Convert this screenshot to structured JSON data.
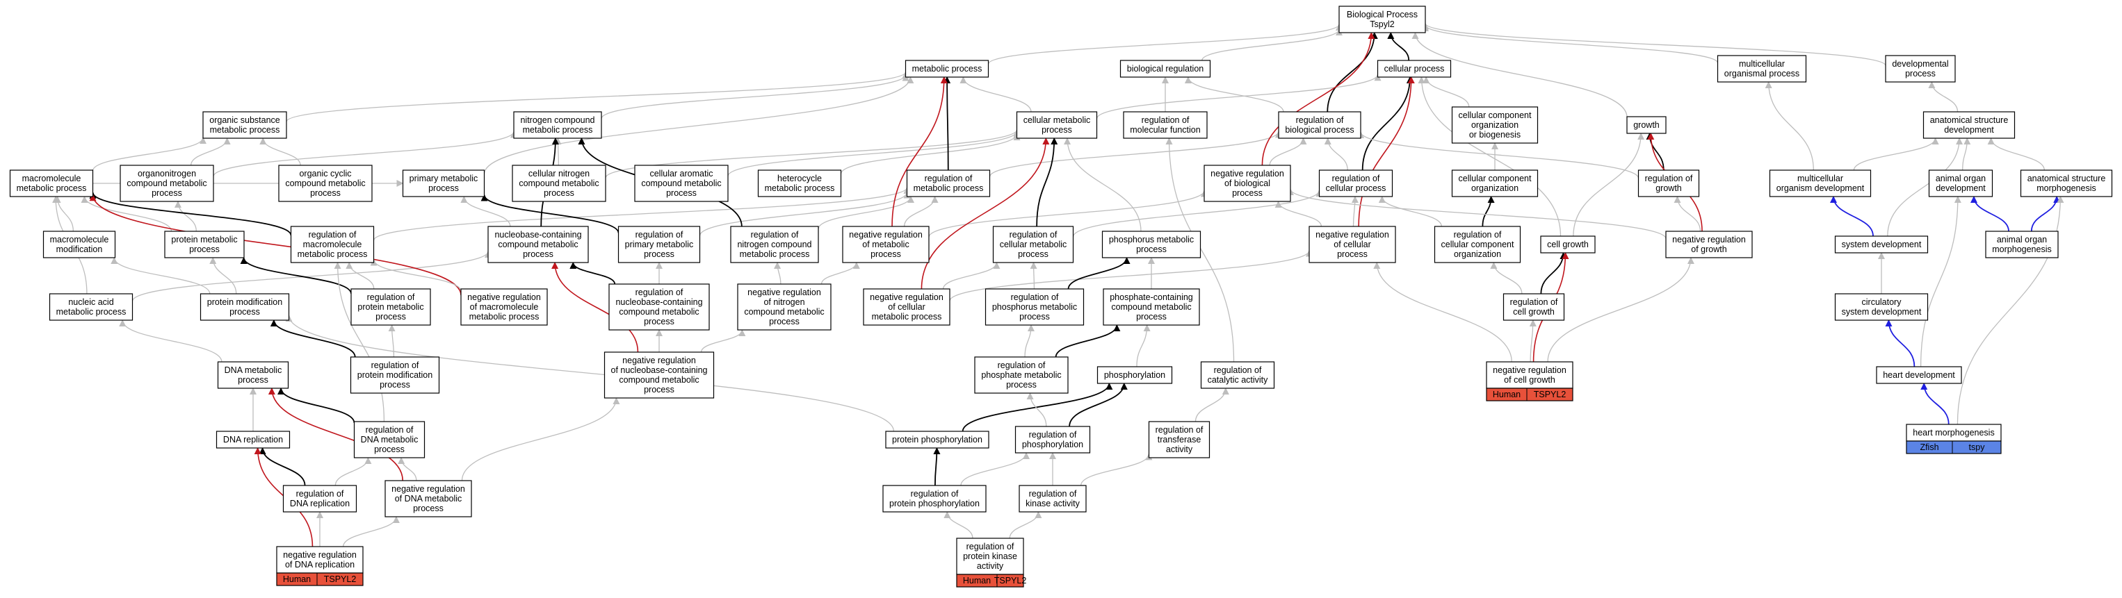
{
  "root_title": "Biological Process",
  "root_subtitle": "Tspyl2",
  "colors": {
    "regular_edge": "#bdbdbd",
    "is_a_edge": "#000000",
    "negative_regulation_edge": "#c0161d",
    "orthology_edge": "#1f1fe0",
    "human_annotation": "#e8513a",
    "zfish_annotation": "#5b84e6"
  },
  "nodes": [
    {
      "id": "bp",
      "lines": [
        "Biological Process",
        "Tspyl2"
      ]
    },
    {
      "id": "metabolic",
      "lines": [
        "metabolic process"
      ]
    },
    {
      "id": "bioreg",
      "lines": [
        "biological regulation"
      ]
    },
    {
      "id": "cellular",
      "lines": [
        "cellular process"
      ]
    },
    {
      "id": "multicell",
      "lines": [
        "multicellular",
        "organismal process"
      ]
    },
    {
      "id": "devproc",
      "lines": [
        "developmental",
        "process"
      ]
    },
    {
      "id": "orgsub",
      "lines": [
        "organic substance",
        "metabolic process"
      ]
    },
    {
      "id": "nitro",
      "lines": [
        "nitrogen compound",
        "metabolic process"
      ]
    },
    {
      "id": "cellmet",
      "lines": [
        "cellular metabolic",
        "process"
      ]
    },
    {
      "id": "regmolfn",
      "lines": [
        "regulation of",
        "molecular function"
      ]
    },
    {
      "id": "regbio",
      "lines": [
        "regulation of",
        "biological process"
      ]
    },
    {
      "id": "ccorg",
      "lines": [
        "cellular component",
        "organization",
        "or biogenesis"
      ]
    },
    {
      "id": "growth",
      "lines": [
        "growth"
      ]
    },
    {
      "id": "anatdev",
      "lines": [
        "anatomical structure",
        "development"
      ]
    },
    {
      "id": "macro",
      "lines": [
        "macromolecule",
        "metabolic process"
      ]
    },
    {
      "id": "orgN",
      "lines": [
        "organonitrogen",
        "compound metabolic",
        "process"
      ]
    },
    {
      "id": "orgcyc",
      "lines": [
        "organic cyclic",
        "compound metabolic",
        "process"
      ]
    },
    {
      "id": "primary",
      "lines": [
        "primary metabolic",
        "process"
      ]
    },
    {
      "id": "cellnitro",
      "lines": [
        "cellular nitrogen",
        "compound metabolic",
        "process"
      ]
    },
    {
      "id": "cellarom",
      "lines": [
        "cellular aromatic",
        "compound metabolic",
        "process"
      ]
    },
    {
      "id": "hetero",
      "lines": [
        "heterocycle",
        "metabolic process"
      ]
    },
    {
      "id": "regmet",
      "lines": [
        "regulation of",
        "metabolic process"
      ]
    },
    {
      "id": "negregbio",
      "lines": [
        "negative regulation",
        "of biological",
        "process"
      ]
    },
    {
      "id": "regcellproc",
      "lines": [
        "regulation of",
        "cellular process"
      ]
    },
    {
      "id": "ccorg2",
      "lines": [
        "cellular component",
        "organization"
      ]
    },
    {
      "id": "reggrowth",
      "lines": [
        "regulation of",
        "growth"
      ]
    },
    {
      "id": "multidev",
      "lines": [
        "multicellular",
        "organism development"
      ]
    },
    {
      "id": "animorgdev",
      "lines": [
        "animal organ",
        "development"
      ]
    },
    {
      "id": "anatmorph",
      "lines": [
        "anatomical structure",
        "morphogenesis"
      ]
    },
    {
      "id": "macromod",
      "lines": [
        "macromolecule",
        "modification"
      ]
    },
    {
      "id": "protmet",
      "lines": [
        "protein metabolic",
        "process"
      ]
    },
    {
      "id": "regmacro",
      "lines": [
        "regulation of",
        "macromolecule",
        "metabolic process"
      ]
    },
    {
      "id": "nucleo",
      "lines": [
        "nucleobase-containing",
        "compound metabolic",
        "process"
      ]
    },
    {
      "id": "regprim",
      "lines": [
        "regulation of",
        "primary metabolic",
        "process"
      ]
    },
    {
      "id": "regnitro",
      "lines": [
        "regulation of",
        "nitrogen compound",
        "metabolic process"
      ]
    },
    {
      "id": "negregmet",
      "lines": [
        "negative regulation",
        "of metabolic",
        "process"
      ]
    },
    {
      "id": "regcellmet",
      "lines": [
        "regulation of",
        "cellular metabolic",
        "process"
      ]
    },
    {
      "id": "phosmet",
      "lines": [
        "phosphorus metabolic",
        "process"
      ]
    },
    {
      "id": "negregcell",
      "lines": [
        "negative regulation",
        "of cellular",
        "process"
      ]
    },
    {
      "id": "regccorg",
      "lines": [
        "regulation of",
        "cellular component",
        "organization"
      ]
    },
    {
      "id": "cellgrowth",
      "lines": [
        "cell growth"
      ]
    },
    {
      "id": "negreggrowth",
      "lines": [
        "negative regulation",
        "of growth"
      ]
    },
    {
      "id": "sysdev",
      "lines": [
        "system development"
      ]
    },
    {
      "id": "animorgmorph",
      "lines": [
        "animal organ",
        "morphogenesis"
      ]
    },
    {
      "id": "nucacid",
      "lines": [
        "nucleic acid",
        "metabolic process"
      ]
    },
    {
      "id": "protmod",
      "lines": [
        "protein modification",
        "process"
      ]
    },
    {
      "id": "regprotmet",
      "lines": [
        "regulation of",
        "protein metabolic",
        "process"
      ]
    },
    {
      "id": "negregmacro",
      "lines": [
        "negative regulation",
        "of macromolecule",
        "metabolic process"
      ]
    },
    {
      "id": "regnucleo",
      "lines": [
        "regulation of",
        "nucleobase-containing",
        "compound metabolic",
        "process"
      ]
    },
    {
      "id": "negregnitro",
      "lines": [
        "negative regulation",
        "of nitrogen",
        "compound metabolic",
        "process"
      ]
    },
    {
      "id": "negregcellmet",
      "lines": [
        "negative regulation",
        "of cellular",
        "metabolic process"
      ]
    },
    {
      "id": "regphosmet",
      "lines": [
        "regulation of",
        "phosphorus metabolic",
        "process"
      ]
    },
    {
      "id": "phoscont",
      "lines": [
        "phosphate-containing",
        "compound metabolic",
        "process"
      ]
    },
    {
      "id": "regcellgrowth",
      "lines": [
        "regulation of",
        "cell growth"
      ]
    },
    {
      "id": "circ",
      "lines": [
        "circulatory",
        "system development"
      ]
    },
    {
      "id": "dnamet",
      "lines": [
        "DNA metabolic",
        "process"
      ]
    },
    {
      "id": "regprotmod",
      "lines": [
        "regulation of",
        "protein modification",
        "process"
      ]
    },
    {
      "id": "negregnucleo",
      "lines": [
        "negative regulation",
        "of nucleobase-containing",
        "compound metabolic",
        "process"
      ]
    },
    {
      "id": "regphosphate",
      "lines": [
        "regulation of",
        "phosphate metabolic",
        "process"
      ]
    },
    {
      "id": "phosph",
      "lines": [
        "phosphorylation"
      ]
    },
    {
      "id": "regcat",
      "lines": [
        "regulation of",
        "catalytic activity"
      ]
    },
    {
      "id": "negregcellgrowth",
      "lines": [
        "negative regulation",
        "of cell growth"
      ]
    },
    {
      "id": "heartdev",
      "lines": [
        "heart development"
      ]
    },
    {
      "id": "dnarep",
      "lines": [
        "DNA replication"
      ]
    },
    {
      "id": "regdnamet",
      "lines": [
        "regulation of",
        "DNA metabolic",
        "process"
      ]
    },
    {
      "id": "protphos",
      "lines": [
        "protein phosphorylation"
      ]
    },
    {
      "id": "regphosph",
      "lines": [
        "regulation of",
        "phosphorylation"
      ]
    },
    {
      "id": "regtrans",
      "lines": [
        "regulation of",
        "transferase",
        "activity"
      ]
    },
    {
      "id": "heartmorph",
      "lines": [
        "heart morphogenesis"
      ]
    },
    {
      "id": "regdnarep",
      "lines": [
        "regulation of",
        "DNA replication"
      ]
    },
    {
      "id": "negregdnamet",
      "lines": [
        "negative regulation",
        "of DNA metabolic",
        "process"
      ]
    },
    {
      "id": "regprotphos",
      "lines": [
        "regulation of",
        "protein phosphorylation"
      ]
    },
    {
      "id": "regkinase",
      "lines": [
        "regulation of",
        "kinase activity"
      ]
    },
    {
      "id": "negregdnarep",
      "lines": [
        "negative regulation",
        "of DNA replication"
      ]
    },
    {
      "id": "regprotkin",
      "lines": [
        "regulation of",
        "protein kinase",
        "activity"
      ]
    }
  ],
  "annotations": [
    {
      "node": "negregdnarep",
      "species": "Human",
      "gene": "TSPYL2",
      "color": "#e8513a"
    },
    {
      "node": "regprotkin",
      "species": "Human",
      "gene": "TSPYL2",
      "color": "#e8513a"
    },
    {
      "node": "negregcellgrowth",
      "species": "Human",
      "gene": "TSPYL2",
      "color": "#e8513a"
    },
    {
      "node": "heartmorph",
      "species": "Zfish",
      "gene": "tspy",
      "color": "#5b84e6"
    }
  ],
  "edges": [
    [
      "metabolic",
      "bp",
      "g"
    ],
    [
      "bioreg",
      "bp",
      "g"
    ],
    [
      "cellular",
      "bp",
      "k"
    ],
    [
      "multicell",
      "bp",
      "g"
    ],
    [
      "devproc",
      "bp",
      "g"
    ],
    [
      "orgsub",
      "metabolic",
      "g"
    ],
    [
      "nitro",
      "metabolic",
      "g"
    ],
    [
      "cellmet",
      "metabolic",
      "g"
    ],
    [
      "cellmet",
      "cellular",
      "g"
    ],
    [
      "regmolfn",
      "bioreg",
      "g"
    ],
    [
      "regbio",
      "bioreg",
      "g"
    ],
    [
      "regbio",
      "bp",
      "k"
    ],
    [
      "ccorg",
      "cellular",
      "g"
    ],
    [
      "growth",
      "bp",
      "g"
    ],
    [
      "anatdev",
      "devproc",
      "g"
    ],
    [
      "macro",
      "orgsub",
      "g"
    ],
    [
      "macro",
      "primary",
      "g"
    ],
    [
      "orgN",
      "orgsub",
      "g"
    ],
    [
      "orgN",
      "nitro",
      "g"
    ],
    [
      "orgcyc",
      "orgsub",
      "g"
    ],
    [
      "primary",
      "metabolic",
      "g"
    ],
    [
      "cellnitro",
      "nitro",
      "g"
    ],
    [
      "cellnitro",
      "cellmet",
      "g"
    ],
    [
      "cellarom",
      "cellmet",
      "g"
    ],
    [
      "hetero",
      "cellmet",
      "g"
    ],
    [
      "regmet",
      "metabolic",
      "k"
    ],
    [
      "regmet",
      "regbio",
      "g"
    ],
    [
      "negregbio",
      "regbio",
      "g"
    ],
    [
      "negregbio",
      "bp",
      "r"
    ],
    [
      "regcellproc",
      "cellular",
      "k"
    ],
    [
      "regcellproc",
      "regbio",
      "g"
    ],
    [
      "ccorg2",
      "ccorg",
      "g"
    ],
    [
      "reggrowth",
      "growth",
      "k"
    ],
    [
      "reggrowth",
      "regbio",
      "g"
    ],
    [
      "multidev",
      "multicell",
      "g"
    ],
    [
      "multidev",
      "anatdev",
      "g"
    ],
    [
      "animorgdev",
      "anatdev",
      "g"
    ],
    [
      "anatmorph",
      "anatdev",
      "g"
    ],
    [
      "macromod",
      "macro",
      "g"
    ],
    [
      "protmet",
      "macro",
      "g"
    ],
    [
      "protmet",
      "orgN",
      "g"
    ],
    [
      "regmacro",
      "macro",
      "k"
    ],
    [
      "regmacro",
      "regmet",
      "g"
    ],
    [
      "nucleo",
      "nitro",
      "k"
    ],
    [
      "nucleo",
      "primary",
      "g"
    ],
    [
      "regprim",
      "primary",
      "k"
    ],
    [
      "regprim",
      "regmet",
      "g"
    ],
    [
      "regnitro",
      "nitro",
      "k"
    ],
    [
      "regnitro",
      "regmet",
      "g"
    ],
    [
      "negregmet",
      "metabolic",
      "r"
    ],
    [
      "negregmet",
      "regmet",
      "g"
    ],
    [
      "negregmet",
      "negregbio",
      "g"
    ],
    [
      "regcellmet",
      "cellmet",
      "k"
    ],
    [
      "regcellmet",
      "regcellproc",
      "g"
    ],
    [
      "phosmet",
      "cellmet",
      "g"
    ],
    [
      "negregcell",
      "cellular",
      "r"
    ],
    [
      "negregcell",
      "regcellproc",
      "g"
    ],
    [
      "negregcell",
      "negregbio",
      "g"
    ],
    [
      "regccorg",
      "ccorg2",
      "k"
    ],
    [
      "regccorg",
      "regcellproc",
      "g"
    ],
    [
      "cellgrowth",
      "growth",
      "g"
    ],
    [
      "cellgrowth",
      "cellular",
      "g"
    ],
    [
      "negreggrowth",
      "growth",
      "r"
    ],
    [
      "negreggrowth",
      "reggrowth",
      "g"
    ],
    [
      "negreggrowth",
      "negregbio",
      "g"
    ],
    [
      "sysdev",
      "multidev",
      "k2"
    ],
    [
      "sysdev",
      "anatdev",
      "g"
    ],
    [
      "animorgmorph",
      "animorgdev",
      "k2"
    ],
    [
      "animorgmorph",
      "anatmorph",
      "k2"
    ],
    [
      "nucacid",
      "macro",
      "g"
    ],
    [
      "nucacid",
      "nucleo",
      "g"
    ],
    [
      "protmod",
      "macromod",
      "g"
    ],
    [
      "protmod",
      "protmet",
      "g"
    ],
    [
      "regprotmet",
      "protmet",
      "k"
    ],
    [
      "regprotmet",
      "regmacro",
      "g"
    ],
    [
      "negregmacro",
      "macro",
      "r"
    ],
    [
      "negregmacro",
      "regmacro",
      "g"
    ],
    [
      "regnucleo",
      "nucleo",
      "k"
    ],
    [
      "regnucleo",
      "regprim",
      "g"
    ],
    [
      "negregnitro",
      "regnitro",
      "g"
    ],
    [
      "negregnitro",
      "negregmet",
      "g"
    ],
    [
      "negregcellmet",
      "cellmet",
      "r"
    ],
    [
      "negregcellmet",
      "regcellmet",
      "g"
    ],
    [
      "negregcellmet",
      "negregcell",
      "g"
    ],
    [
      "regphosmet",
      "phosmet",
      "k"
    ],
    [
      "regphosmet",
      "regcellmet",
      "g"
    ],
    [
      "phoscont",
      "phosmet",
      "g"
    ],
    [
      "regcellgrowth",
      "cellgrowth",
      "k"
    ],
    [
      "regcellgrowth",
      "regccorg",
      "g"
    ],
    [
      "circ",
      "sysdev",
      "g"
    ],
    [
      "dnamet",
      "nucacid",
      "g"
    ],
    [
      "regprotmod",
      "protmod",
      "k"
    ],
    [
      "regprotmod",
      "regprotmet",
      "g"
    ],
    [
      "negregnucleo",
      "nucleo",
      "r"
    ],
    [
      "negregnucleo",
      "regnucleo",
      "g"
    ],
    [
      "negregnucleo",
      "negregnitro",
      "g"
    ],
    [
      "regphosphate",
      "regphosmet",
      "g"
    ],
    [
      "regphosphate",
      "phoscont",
      "k"
    ],
    [
      "phosph",
      "phoscont",
      "g"
    ],
    [
      "regcat",
      "regmolfn",
      "g"
    ],
    [
      "negregcellgrowth",
      "cellgrowth",
      "r"
    ],
    [
      "negregcellgrowth",
      "regcellgrowth",
      "g"
    ],
    [
      "negregcellgrowth",
      "negreggrowth",
      "g"
    ],
    [
      "negregcellgrowth",
      "negregcell",
      "g"
    ],
    [
      "heartdev",
      "circ",
      "k2"
    ],
    [
      "heartdev",
      "animorgdev",
      "g"
    ],
    [
      "dnarep",
      "dnamet",
      "g"
    ],
    [
      "regdnamet",
      "dnamet",
      "k"
    ],
    [
      "regdnamet",
      "regmacro",
      "g"
    ],
    [
      "protphos",
      "phosph",
      "k"
    ],
    [
      "protphos",
      "protmod",
      "g"
    ],
    [
      "regphosph",
      "phosph",
      "k"
    ],
    [
      "regphosph",
      "regphosphate",
      "g"
    ],
    [
      "regtrans",
      "regcat",
      "g"
    ],
    [
      "heartmorph",
      "heartdev",
      "k2"
    ],
    [
      "heartmorph",
      "anatmorph",
      "g"
    ],
    [
      "regdnarep",
      "dnarep",
      "k"
    ],
    [
      "regdnarep",
      "regdnamet",
      "g"
    ],
    [
      "negregdnamet",
      "dnamet",
      "r"
    ],
    [
      "negregdnamet",
      "regdnamet",
      "g"
    ],
    [
      "negregdnamet",
      "negregnucleo",
      "g"
    ],
    [
      "regprotphos",
      "protphos",
      "k"
    ],
    [
      "regprotphos",
      "regphosph",
      "g"
    ],
    [
      "regkinase",
      "regphosph",
      "g"
    ],
    [
      "regkinase",
      "regtrans",
      "g"
    ],
    [
      "negregdnarep",
      "dnarep",
      "r"
    ],
    [
      "negregdnarep",
      "regdnarep",
      "g"
    ],
    [
      "negregdnarep",
      "negregdnamet",
      "g"
    ],
    [
      "regprotkin",
      "regprotphos",
      "g"
    ],
    [
      "regprotkin",
      "regkinase",
      "g"
    ]
  ]
}
